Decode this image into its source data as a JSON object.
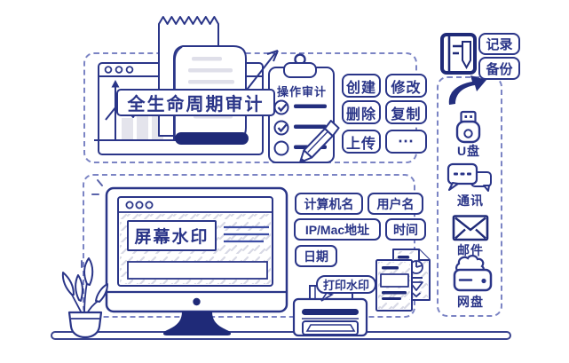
{
  "colors": {
    "ink": "#2a3588",
    "ink_dark": "#1f2a78",
    "dash_border": "#7b84c4",
    "light_gray": "#e4e4ec",
    "hatch": "#d8d9e5"
  },
  "sections": {
    "lifecycle": {
      "label": "全生命周期审计"
    },
    "operations": {
      "title": "操作审计",
      "buttons": [
        "创建",
        "修改",
        "删除",
        "复制",
        "上传",
        "⋯"
      ]
    },
    "log": {
      "labels": [
        "记录",
        "备份"
      ]
    },
    "channels": {
      "items": [
        {
          "icon": "usb-drive-icon",
          "label": "U盘"
        },
        {
          "icon": "chat-bubbles-icon",
          "label": "通讯"
        },
        {
          "icon": "envelope-icon",
          "label": "邮件"
        },
        {
          "icon": "cloud-drive-icon",
          "label": "网盘"
        }
      ]
    },
    "screen_watermark": {
      "label": "屏幕水印",
      "tags": [
        "计算机名",
        "用户名",
        "IP/Mac地址",
        "时间",
        "日期"
      ]
    },
    "print_watermark": {
      "label": "打印水印"
    }
  }
}
